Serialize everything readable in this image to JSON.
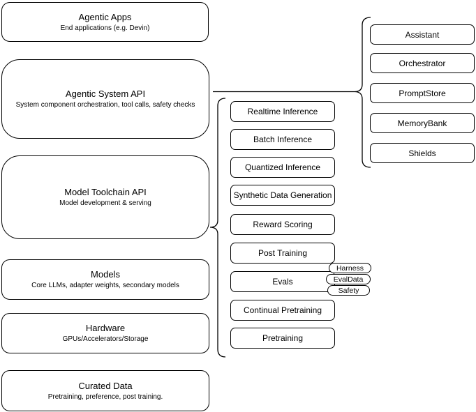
{
  "diagram": {
    "colors": {
      "stroke": "#000000",
      "fill": "#ffffff",
      "text": "#000000"
    },
    "left_column": [
      {
        "title": "Agentic Apps",
        "subtitle": "End applications (e.g. Devin)"
      },
      {
        "title": "Agentic System API",
        "subtitle": "System component orchestration, tool calls, safety checks"
      },
      {
        "title": "Model Toolchain API",
        "subtitle": "Model development & serving"
      },
      {
        "title": "Models",
        "subtitle": "Core LLMs, adapter weights, secondary models"
      },
      {
        "title": "Hardware",
        "subtitle": "GPUs/Accelerators/Storage"
      },
      {
        "title": "Curated Data",
        "subtitle": "Pretraining, preference, post training."
      }
    ],
    "toolchain_components": [
      "Realtime Inference",
      "Batch Inference",
      "Quantized Inference",
      "Synthetic Data Generation",
      "Reward Scoring",
      "Post Training",
      "Evals",
      "Continual Pretraining",
      "Pretraining"
    ],
    "system_components": [
      "Assistant",
      "Orchestrator",
      "PromptStore",
      "MemoryBank",
      "Shields"
    ],
    "eval_tags": [
      "Harness",
      "EvalData",
      "Safety"
    ]
  }
}
